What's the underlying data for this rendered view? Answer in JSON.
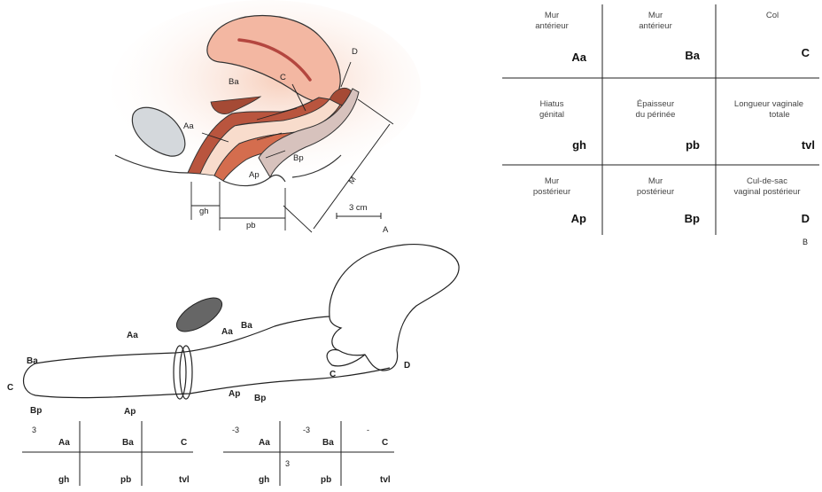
{
  "figure_a": {
    "labels": {
      "ba": "Ba",
      "aa": "Aa",
      "c": "C",
      "d": "D",
      "bp": "Bp",
      "ap": "Ap",
      "m": "M",
      "gh": "gh",
      "pb": "pb",
      "scale": "3 cm",
      "panel": "A"
    }
  },
  "grid_b": {
    "panel": "B",
    "cells": [
      {
        "desc1": "Mur",
        "desc2": "antérieur",
        "code": "Aa"
      },
      {
        "desc1": "Mur",
        "desc2": "antérieur",
        "code": "Ba"
      },
      {
        "desc1": "Col",
        "desc2": "",
        "code": "C"
      },
      {
        "desc1": "Hiatus",
        "desc2": "génital",
        "code": "gh"
      },
      {
        "desc1": "Épaisseur",
        "desc2": "du périnée",
        "code": "pb"
      },
      {
        "desc1": "Longueur vaginale",
        "desc2": "totale",
        "code": "tvl"
      },
      {
        "desc1": "Mur",
        "desc2": "postérieur",
        "code": "Ap"
      },
      {
        "desc1": "Mur",
        "desc2": "postérieur",
        "code": "Bp"
      },
      {
        "desc1": "Cul-de-sac",
        "desc2": "vaginal postérieur",
        "code": "D"
      }
    ]
  },
  "diagram_c": {
    "labels": {
      "aa_top": "Aa",
      "ba_left": "Ba",
      "c_left": "C",
      "bp_left": "Bp",
      "ap_bottom": "Ap",
      "aa_mid": "Aa",
      "ba_mid": "Ba",
      "c_right": "C",
      "d_right": "D",
      "ap_right": "Ap",
      "bp_right": "Bp"
    }
  },
  "mini_grid_1": {
    "row1": {
      "value_left": "3",
      "aa": "Aa",
      "ba": "Ba",
      "c": "C"
    },
    "row2": {
      "gh": "gh",
      "pb": "pb",
      "tvl": "tvl"
    }
  },
  "mini_grid_2": {
    "row1": {
      "value_aa": "-3",
      "aa": "Aa",
      "value_ba": "-3",
      "ba": "Ba",
      "value_c": "-",
      "c": "C"
    },
    "row2": {
      "value_pb": "3",
      "gh": "gh",
      "pb": "pb",
      "tvl": "tvl"
    }
  }
}
